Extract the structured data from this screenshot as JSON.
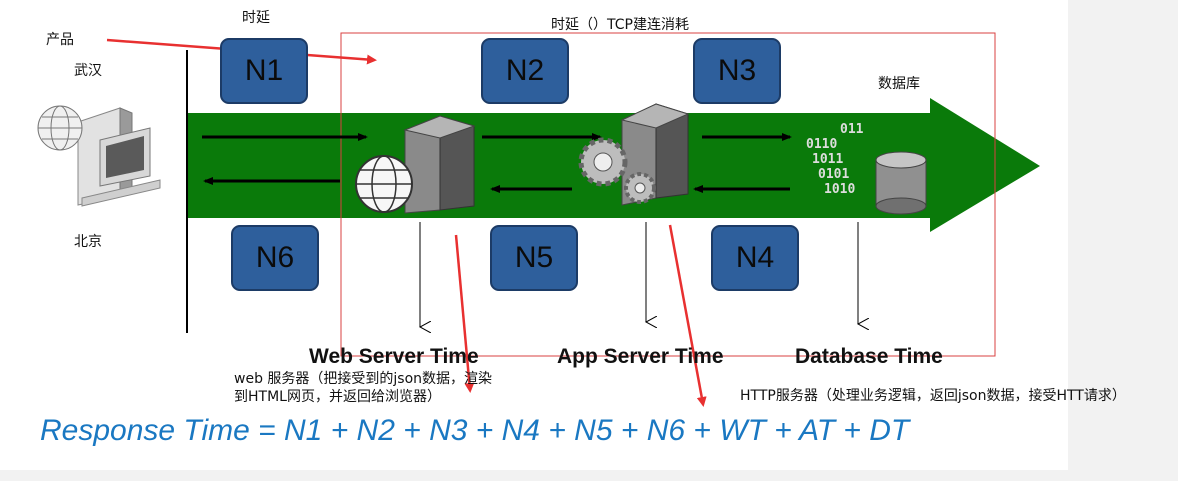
{
  "labels": {
    "product": "产品",
    "latency": "时延",
    "wuhan": "武汉",
    "beijing": "北京",
    "tcp_latency": "时延（）TCP建连消耗",
    "database": "数据库",
    "web_server_note": "web 服务器（把接受到的json数据，渲染到HTML网页，并返回给浏览器）",
    "http_server_note": "HTTP服务器（处理业务逻辑，返回json数据，接受HTT请求）"
  },
  "nodes": {
    "n1": "N1",
    "n2": "N2",
    "n3": "N3",
    "n4": "N4",
    "n5": "N5",
    "n6": "N6"
  },
  "tiers": {
    "web": "Web Server Time",
    "app": "App Server Time",
    "db": "Database Time"
  },
  "formula": "Response Time = N1 + N2 + N3 + N4 + N5 + N6 + WT + AT + DT",
  "colors": {
    "band": "#0a7a0a",
    "node_fill": "#2e5f9c",
    "annotation_arrow": "#e83030",
    "highlight_box": "#d94040",
    "formula_text": "#1a78c2"
  }
}
